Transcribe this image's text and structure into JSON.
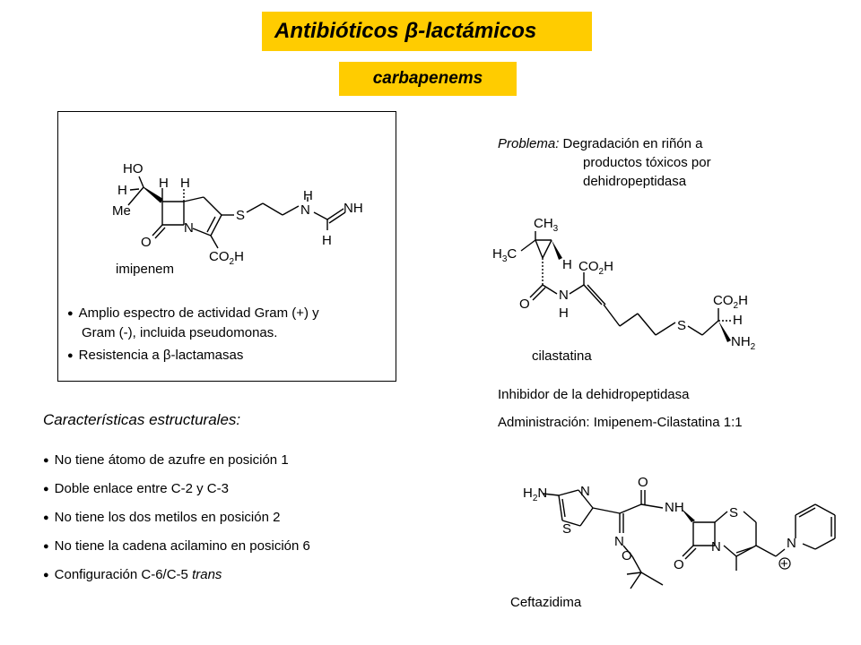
{
  "header": {
    "title": "Antibióticos β-lactámicos",
    "subtitle": "carbapenems"
  },
  "imipenem": {
    "name": "imipenem",
    "atoms": {
      "ho": "HO",
      "h": "H",
      "me": "Me",
      "o": "O",
      "n": "N",
      "s": "S",
      "co2h_main": "CO",
      "co2h_sub": "2",
      "co2h_end": "H",
      "nh": "NH"
    },
    "properties": [
      "Amplio espectro de actividad Gram (+) y",
      "Gram (-), incluida pseudomonas.",
      "Resistencia a β-lactamasas"
    ]
  },
  "characteristics": {
    "title": "Características estructurales:",
    "items": [
      {
        "text": "No tiene átomo de azufre en posición 1"
      },
      {
        "text": "Doble enlace entre C-2 y C-3"
      },
      {
        "text": "No tiene los dos metilos en posición 2"
      },
      {
        "text": "No tiene la cadena acilamino en posición 6"
      },
      {
        "text": "Configuración C-6/C-5 ",
        "italic": "trans"
      }
    ]
  },
  "problem": {
    "label": "Problema:",
    "lines": [
      "Degradación en riñón a",
      "productos tóxicos por",
      "dehidropeptidasa"
    ]
  },
  "cilastatina": {
    "name": "cilastatina",
    "atoms": {
      "ch3_a": "CH",
      "ch3_sub": "3",
      "h3c_a": "H",
      "h3c_sub": "3",
      "h3c_c": "C",
      "h": "H",
      "co2h_main": "CO",
      "co2h_sub": "2",
      "co2h_end": "H",
      "o": "O",
      "n": "N",
      "s": "S",
      "nh2_main": "NH",
      "nh2_sub": "2"
    },
    "inhibitor_text": "Inhibidor de la dehidropeptidasa",
    "admin_text": "Administración: Imipenem-Cilastatina 1:1"
  },
  "ceftazidima": {
    "name": "Ceftazidima",
    "atoms": {
      "h2n_h": "H",
      "h2n_sub": "2",
      "h2n_n": "N",
      "n": "N",
      "s": "S",
      "o": "O",
      "nh": "NH",
      "plus": "+"
    }
  }
}
